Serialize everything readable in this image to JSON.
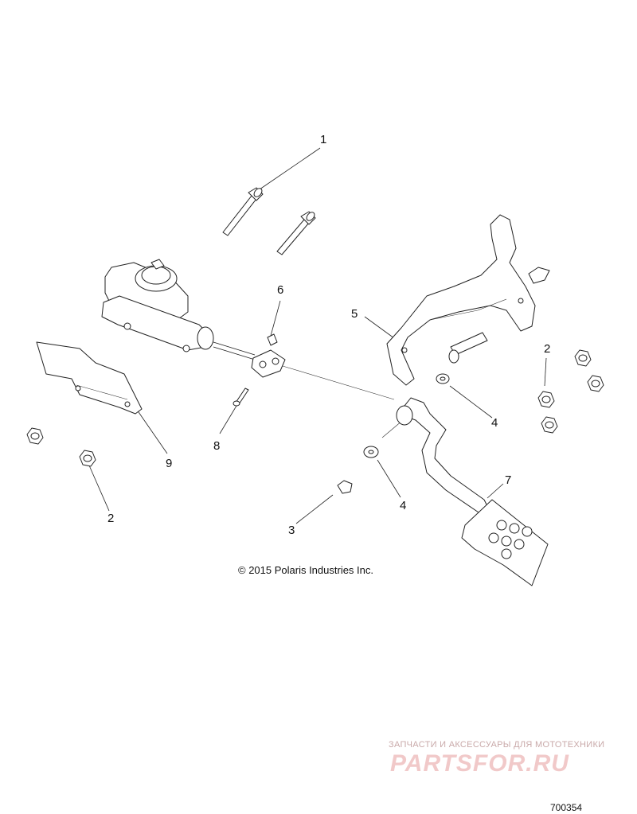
{
  "callouts": {
    "c1": "1",
    "c2a": "2",
    "c2b": "2",
    "c3": "3",
    "c4a": "4",
    "c4b": "4",
    "c5": "5",
    "c6": "6",
    "c7": "7",
    "c8": "8",
    "c9": "9"
  },
  "copyright": "© 2015 Polaris Industries Inc.",
  "part_number": "700354",
  "watermark": {
    "subtitle": "ЗАПЧАСТИ И АКСЕССУАРЫ ДЛЯ МОТОТЕХНИКИ",
    "logo": "PARTSFOR.RU"
  }
}
